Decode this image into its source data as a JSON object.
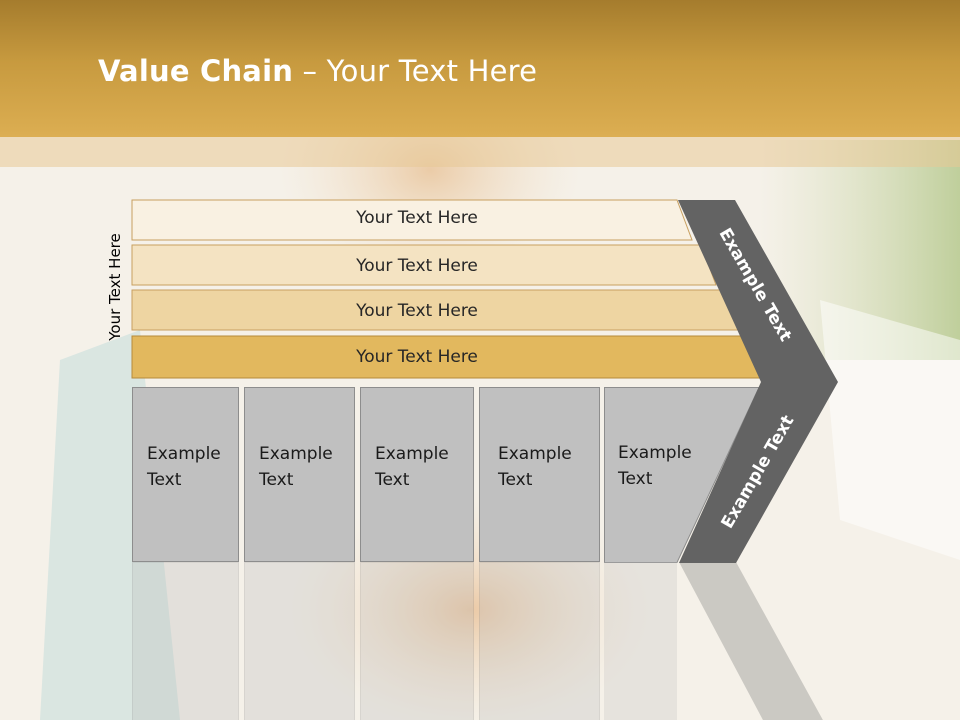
{
  "header": {
    "title_bold": "Value Chain",
    "title_rest": " – Your Text Here"
  },
  "side_label": "Your Text Here",
  "rows": [
    {
      "label": "Your Text Here",
      "color": "#f9f1e2"
    },
    {
      "label": "Your Text Here",
      "color": "#f4e3c2"
    },
    {
      "label": "Your Text Here",
      "color": "#eed5a2"
    },
    {
      "label": "Your Text Here",
      "color": "#e2b85e"
    }
  ],
  "boxes": [
    {
      "line1": "Example",
      "line2": "Text"
    },
    {
      "line1": "Example",
      "line2": "Text"
    },
    {
      "line1": "Example",
      "line2": "Text"
    },
    {
      "line1": "Example",
      "line2": "Text"
    },
    {
      "line1": "Example",
      "line2": "Text"
    }
  ],
  "chevron": {
    "top_label": "Example Text",
    "bottom_label": "Example Text",
    "color": "#636363"
  }
}
